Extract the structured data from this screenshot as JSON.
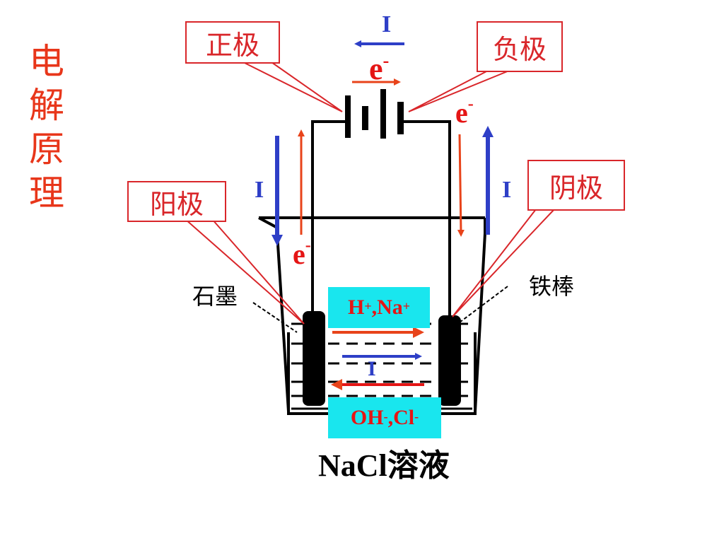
{
  "title": [
    "电",
    "解",
    "原",
    "理"
  ],
  "labels": {
    "positive": "正极",
    "negative": "负极",
    "anode": "阳极",
    "cathode": "阴极",
    "graphite": "石墨",
    "iron_rod": "铁棒",
    "solution": "NaCl溶液",
    "current": "I",
    "electron": "e",
    "electron_charge": "-"
  },
  "ions": {
    "cations_text": "H",
    "cations_sup1": "+",
    "cations_mid": ",Na",
    "cations_sup2": "+",
    "anions_text": "OH",
    "anions_sup1": "-",
    "anions_mid": ",Cl",
    "anions_sup2": "-"
  },
  "colors": {
    "title": "#e8361a",
    "box_border": "#d9262a",
    "current_arrow": "#2e3fc7",
    "electron_arrow": "#e8431a",
    "ion_box": "#19e6ee"
  }
}
